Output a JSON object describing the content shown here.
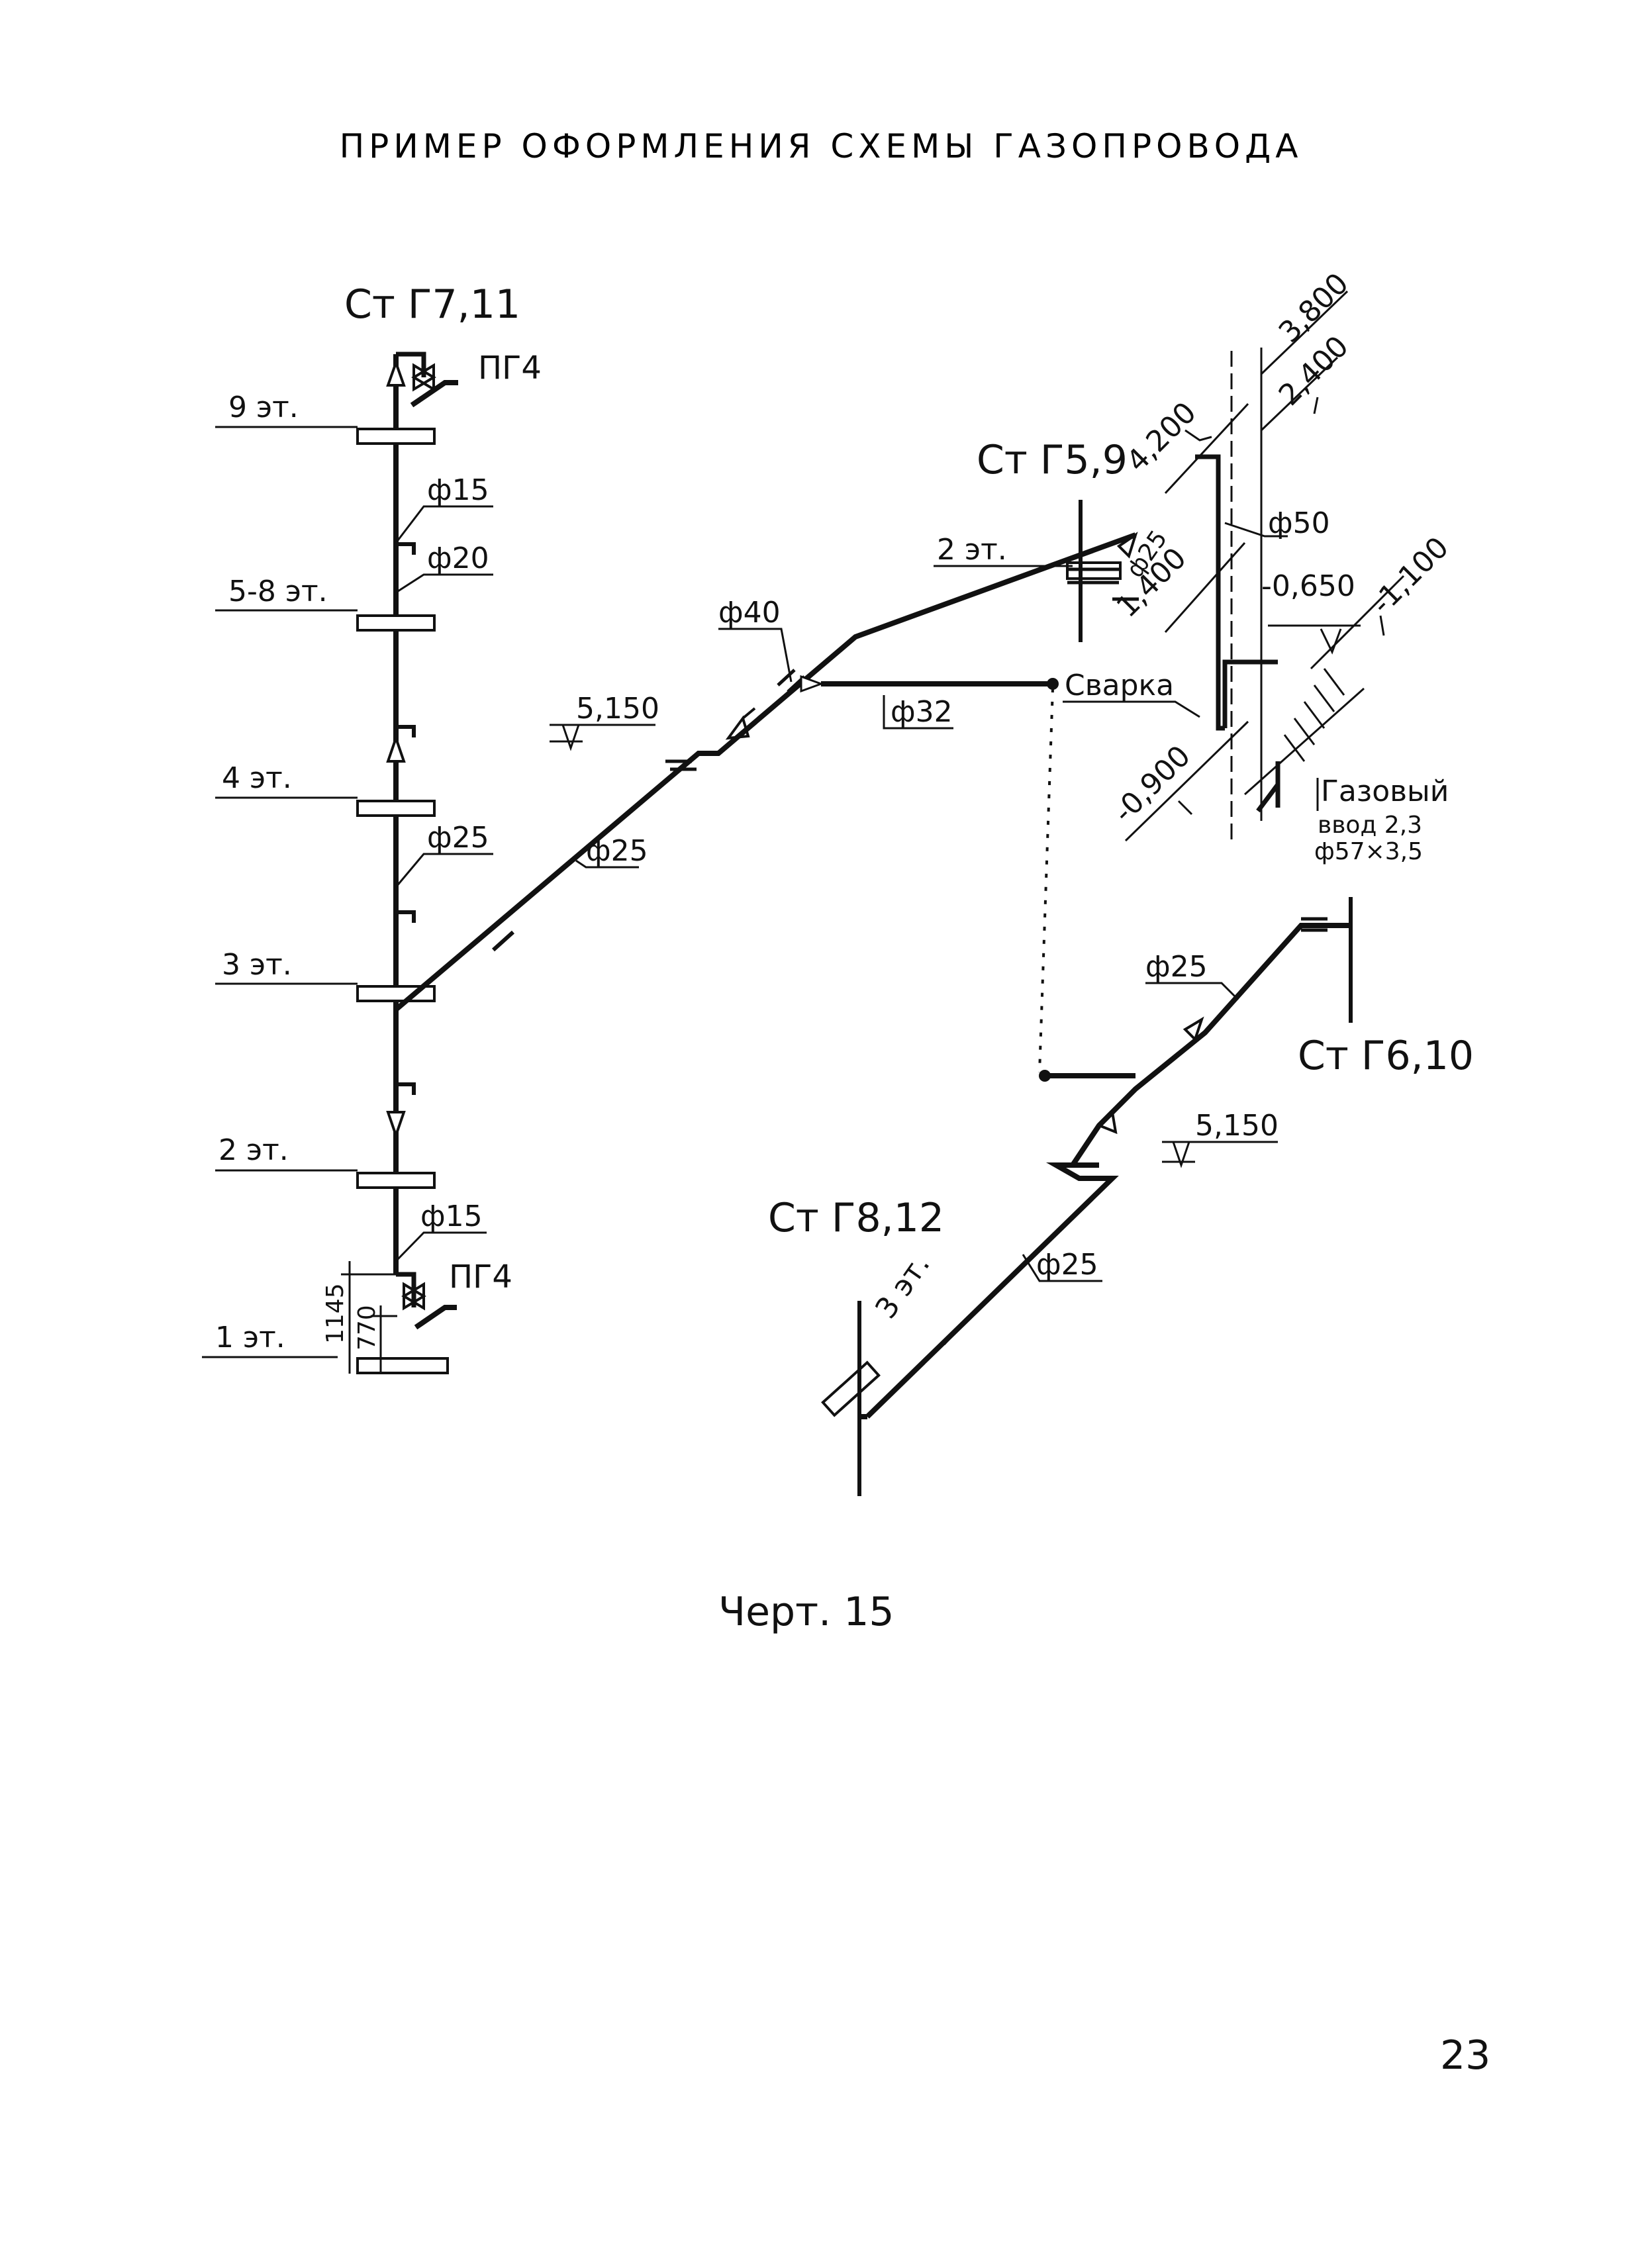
{
  "title": "ПРИМЕР ОФОРМЛЕНИЯ СХЕМЫ ГАЗОПРОВОДА",
  "caption": "Черт. 15",
  "page_number": "23",
  "risers": {
    "g7_11": "Ст Г7,11",
    "g5_9": "Ст Г5,9",
    "g6_10": "Ст Г6,10",
    "g8_12": "Ст Г8,12"
  },
  "devices": {
    "pg4_top": "ПГ4",
    "pg4_bottom": "ПГ4"
  },
  "floors": {
    "f9": "9 эт.",
    "f5_8": "5-8 эт.",
    "f4": "4 эт.",
    "f3": "3 эт.",
    "f2": "2 эт.",
    "f1": "1 эт.",
    "f2_right": "2 эт.",
    "f3_bottom": "3 эт."
  },
  "diameters": {
    "d15_top": "ф15",
    "d20": "ф20",
    "d25_riser": "ф25",
    "d15_bottom": "ф15",
    "d25_diag": "ф25",
    "d40": "ф40",
    "d32": "ф32",
    "d25_g59": "ф25",
    "d50": "ф50",
    "d25_g610": "ф25",
    "d25_g812": "ф25"
  },
  "levels": {
    "l5150_left": "5,150",
    "l5150_right": "5,150",
    "l3800": "3,800",
    "l2400": "2,400",
    "l4200": "4,200",
    "l1400": "1,400",
    "l0650": "-0,650",
    "l1100": "-1,100",
    "l0900": "-0,900"
  },
  "dims": {
    "d1145": "1145",
    "d770": "770"
  },
  "notes": {
    "welding": "Сварка",
    "gas_inlet": "Газовый",
    "inlet_no": "ввод 2,3",
    "inlet_size": "ф57×3,5"
  }
}
